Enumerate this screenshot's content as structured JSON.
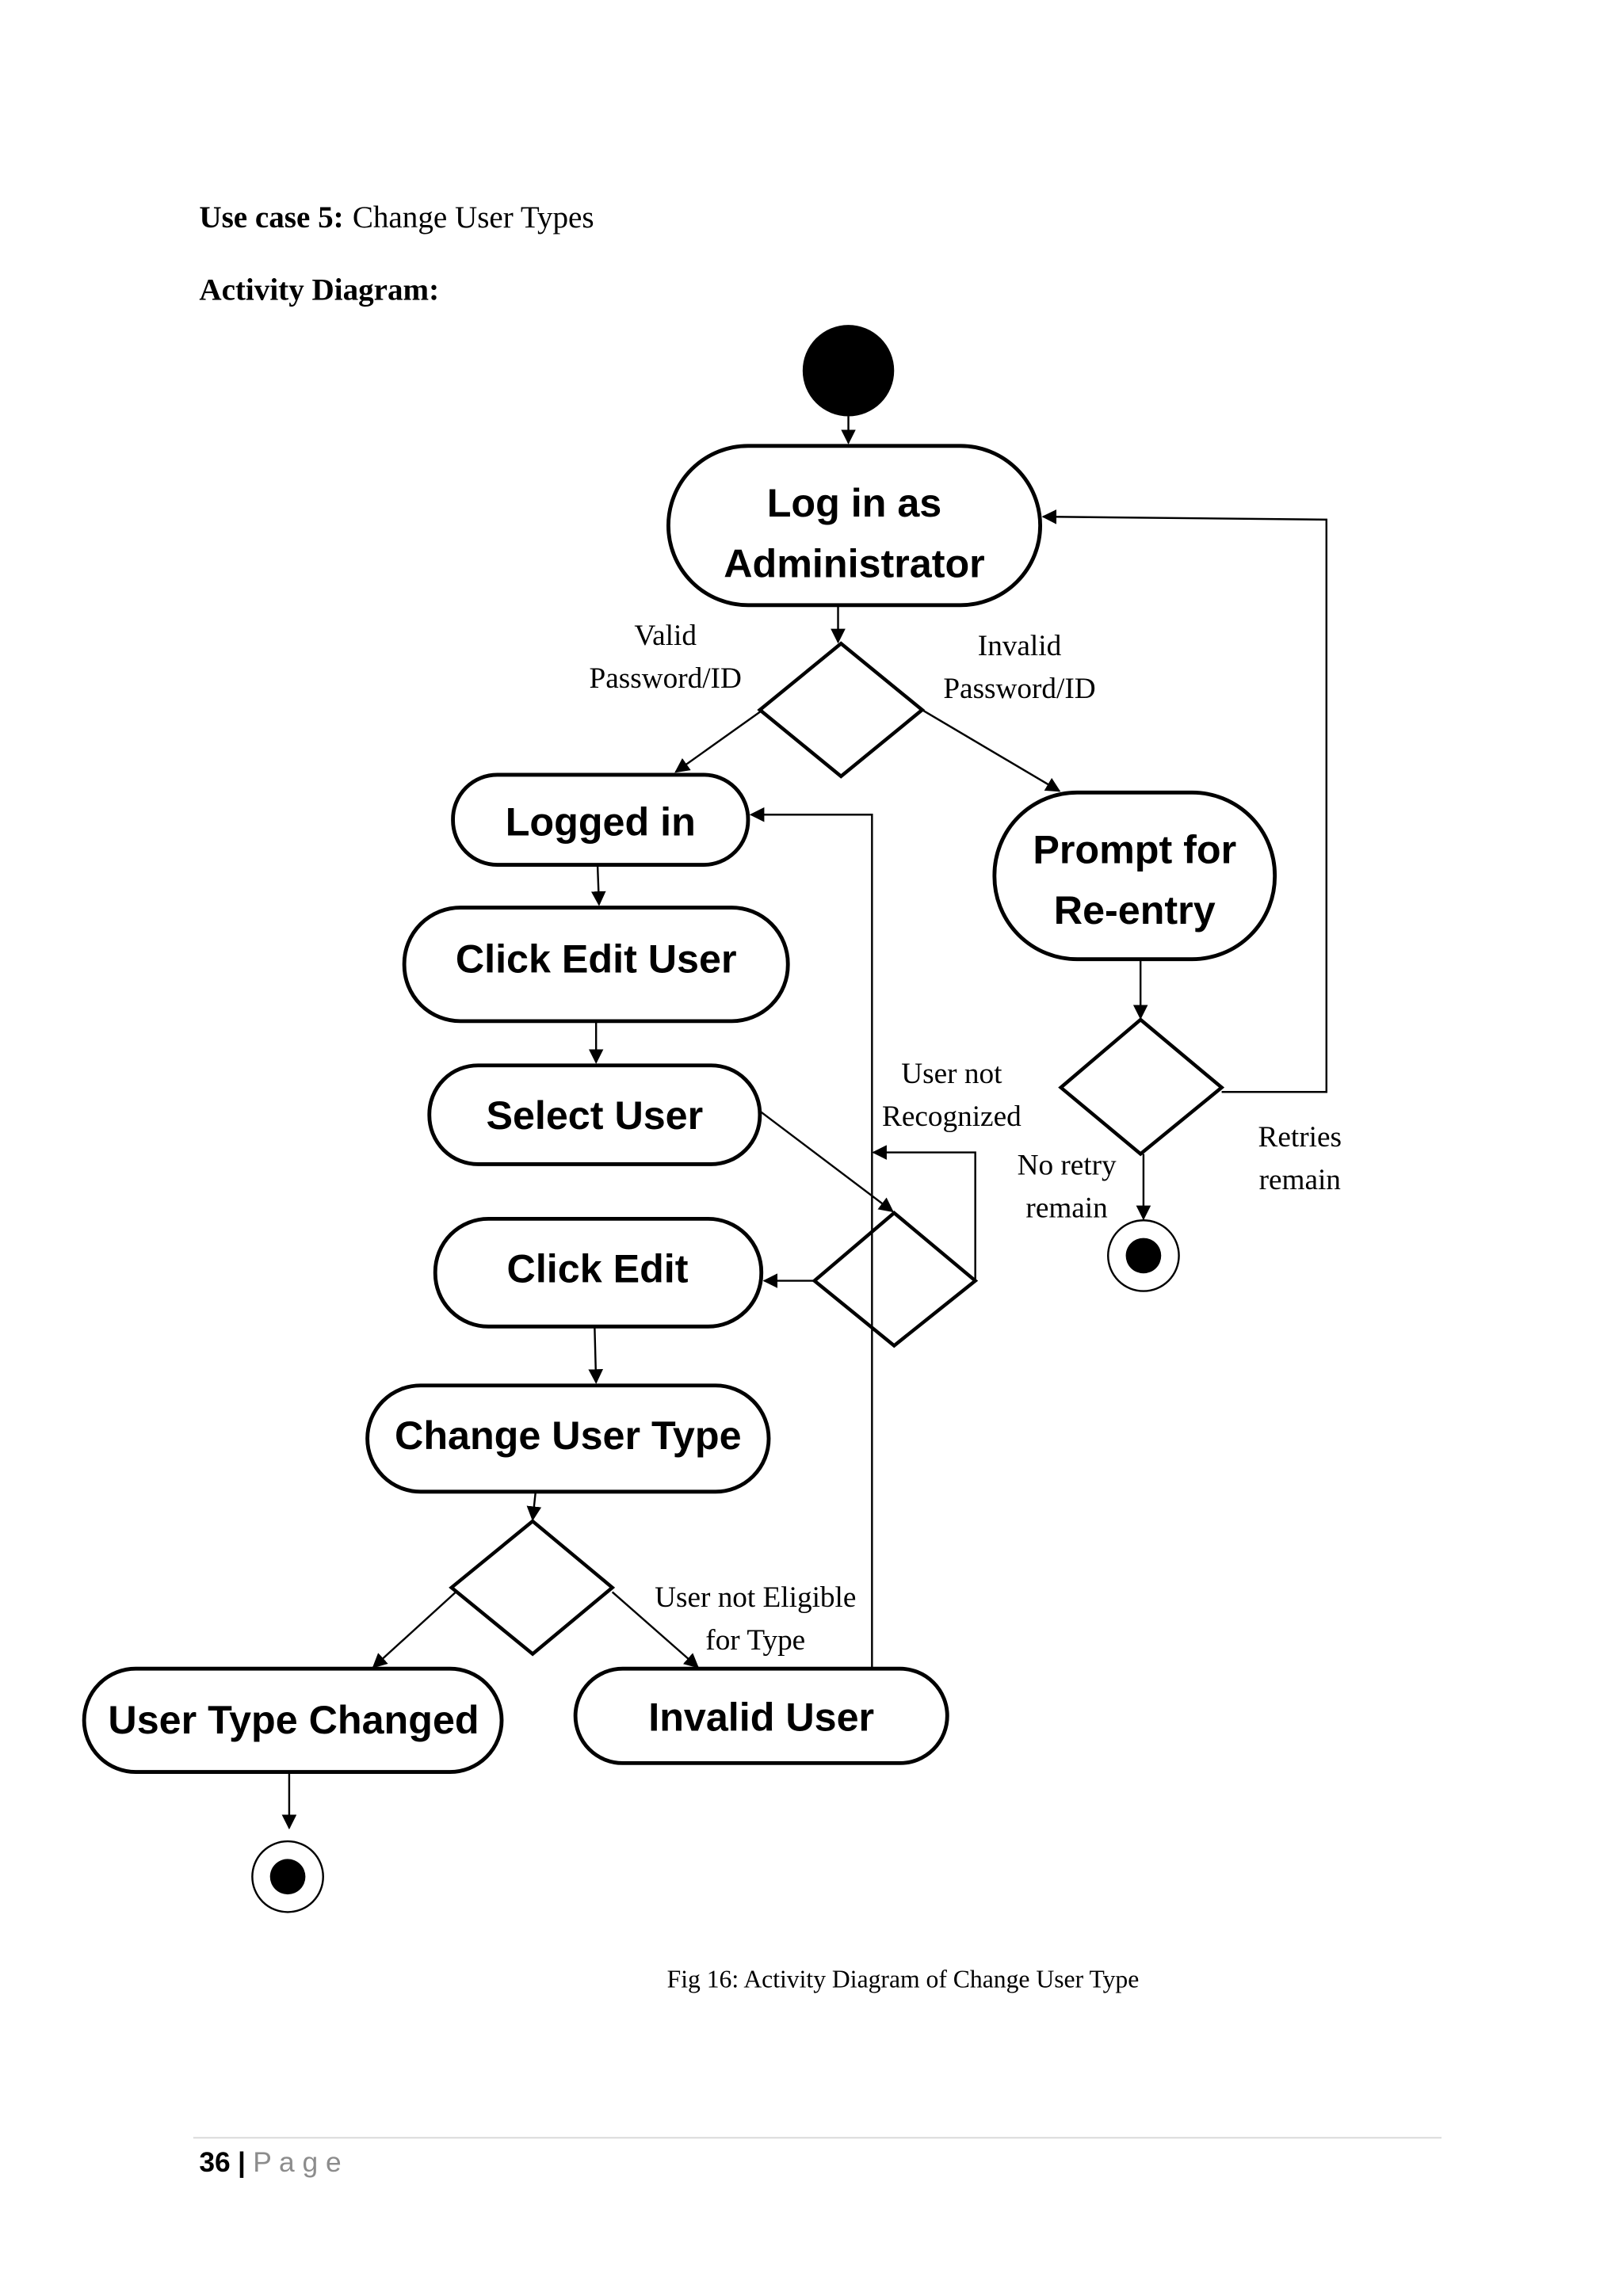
{
  "heading": {
    "use_case_label": "Use case 5:",
    "use_case_title": "Change User Types",
    "section": "Activity Diagram:"
  },
  "diagram": {
    "nodes": {
      "login": [
        "Log in as",
        "Administrator"
      ],
      "logged_in": "Logged in",
      "prompt": [
        "Prompt for",
        "Re-entry"
      ],
      "click_edit_user": "Click Edit User",
      "select_user": "Select User",
      "click_edit": "Click Edit",
      "change_user_type": "Change User Type",
      "user_type_changed": "User Type Changed",
      "invalid_user": "Invalid User"
    },
    "labels": {
      "valid": [
        "Valid",
        "Password/ID"
      ],
      "invalid": [
        "Invalid",
        "Password/ID"
      ],
      "retries": [
        "Retries",
        "remain"
      ],
      "no_retry": [
        "No retry",
        "remain"
      ],
      "not_recognized": [
        "User not",
        "Recognized"
      ],
      "not_eligible": [
        "User not Eligible",
        "for Type"
      ]
    }
  },
  "caption": "Fig 16: Activity Diagram of Change User Type",
  "footer": {
    "page_number": "36",
    "separator": "|",
    "page_word": "P a g e"
  }
}
